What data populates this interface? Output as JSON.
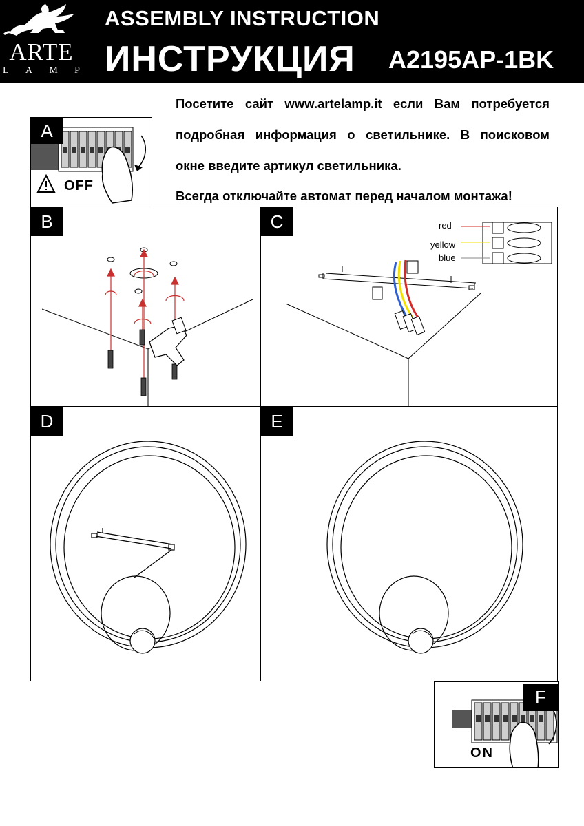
{
  "header": {
    "logo_text": "ARTE",
    "logo_sub": [
      "L",
      "A",
      "M",
      "P"
    ],
    "title_en": "ASSEMBLY INSTRUCTION",
    "title_ru": "ИНСТРУКЦИЯ",
    "model": "A2195AP-1BK"
  },
  "intro": {
    "line1_words": [
      "Посетите",
      "сайт"
    ],
    "link": "www.artelamp.it",
    "line1_rest": [
      "если",
      "Вам",
      "потребуется"
    ],
    "line2_words": [
      "подробная",
      "информация",
      "о",
      "светильнике.",
      "В",
      "поисковом"
    ],
    "line3": "окне введите артикул светильника.",
    "line4": "Всегда отключайте автомат перед началом монтажа!"
  },
  "steps": {
    "a": {
      "label": "A",
      "switch_text": "OFF"
    },
    "b": {
      "label": "B"
    },
    "c": {
      "label": "C",
      "wires": [
        {
          "name": "red",
          "color": "#d42a2a"
        },
        {
          "name": "yellow",
          "color": "#f2e000"
        },
        {
          "name": "blue",
          "color": "#3060d0"
        }
      ]
    },
    "d": {
      "label": "D"
    },
    "e": {
      "label": "E"
    },
    "f": {
      "label": "F",
      "switch_text": "ON"
    }
  }
}
